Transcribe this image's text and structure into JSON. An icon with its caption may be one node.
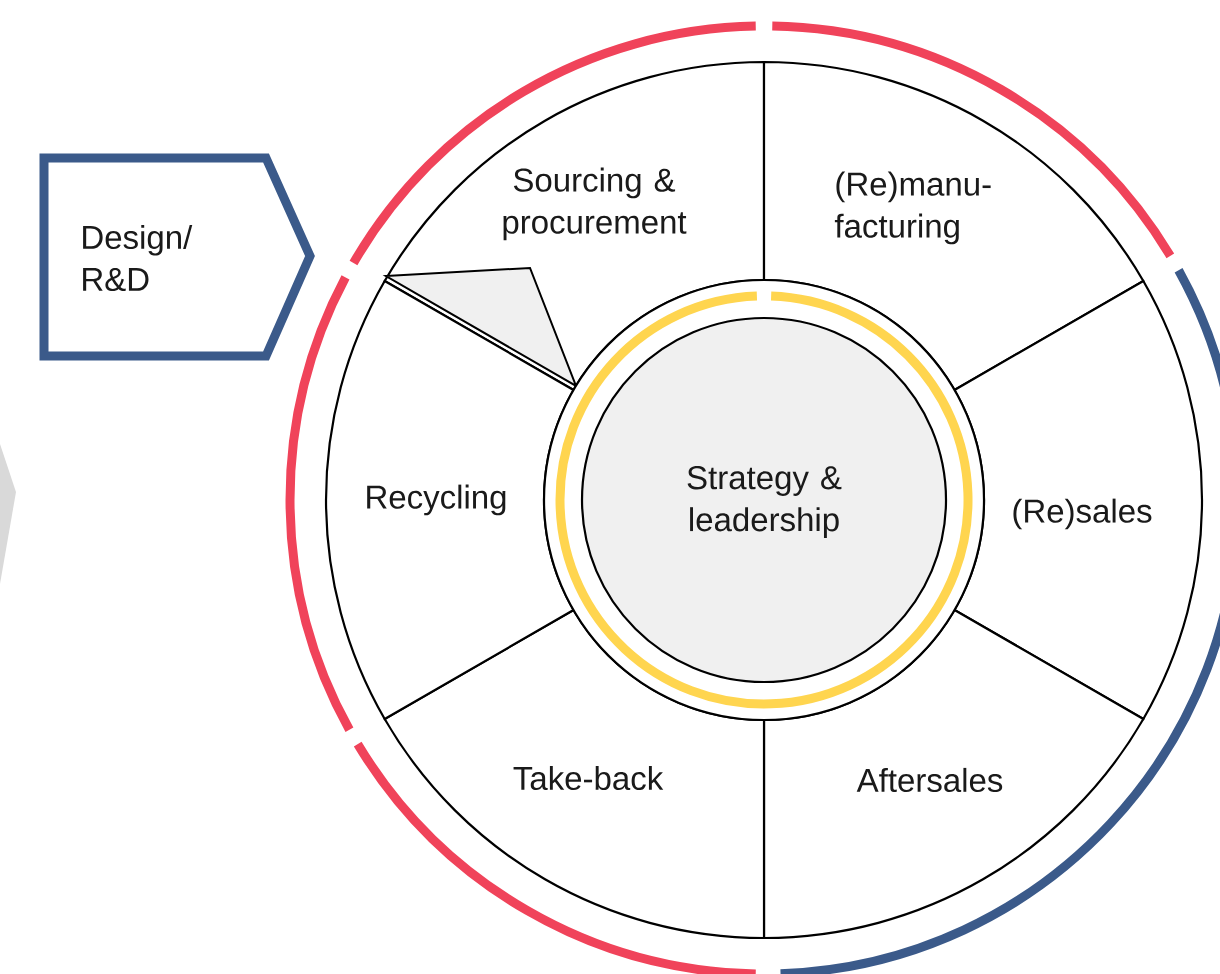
{
  "diagram": {
    "nodes": [
      {
        "text": [
          "Design/ R&D"
        ]
      },
      {
        "text": [
          "Sourcing & procurement"
        ]
      },
      {
        "text": [
          "(Re)manu- facturing"
        ]
      },
      {
        "text": [
          "(Re)sales"
        ]
      },
      {
        "text": [
          "Aftersales"
        ]
      },
      {
        "text": [
          "Take-back"
        ]
      },
      {
        "text": [
          "Recycling"
        ]
      },
      {
        "text": [
          "Strategy & leadership"
        ]
      }
    ]
  }
}
